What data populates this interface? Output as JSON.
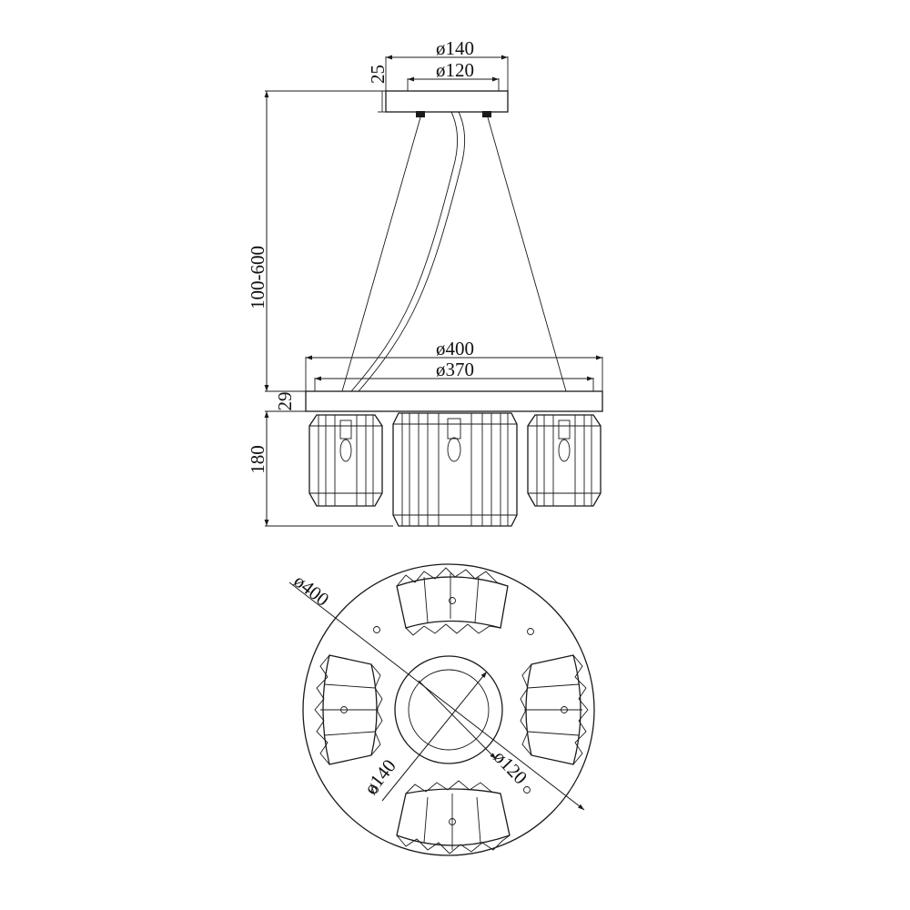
{
  "side_view": {
    "canopy_outer_diameter": "ø140",
    "canopy_inner_diameter": "ø120",
    "canopy_height": "25",
    "suspension_length": "100-600",
    "frame_outer_diameter": "ø400",
    "frame_inner_diameter": "ø370",
    "frame_height": "29",
    "crystal_height": "180"
  },
  "top_view": {
    "outer_diameter": "ø400",
    "hub_outer_diameter": "ø140",
    "hub_inner_diameter": "ø120"
  }
}
